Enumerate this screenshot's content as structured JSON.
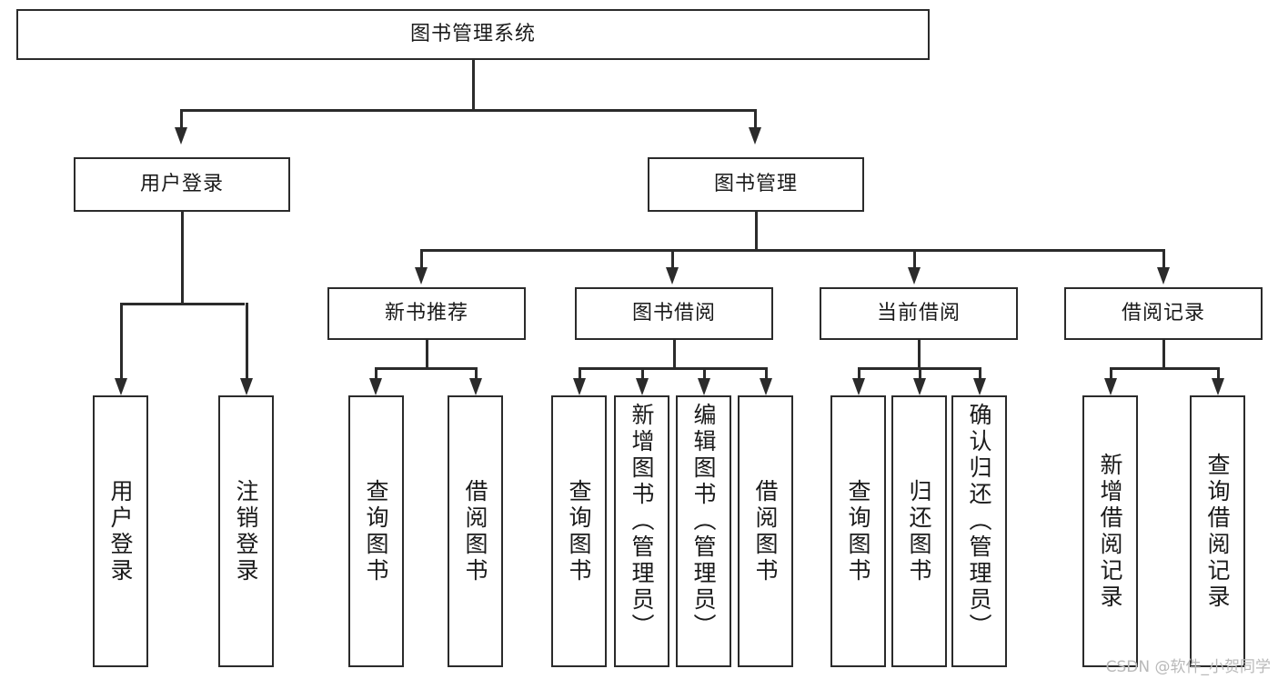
{
  "diagram": {
    "title": "图书管理系统",
    "type": "功能结构图",
    "root": {
      "label": "图书管理系统"
    },
    "level2": [
      {
        "label": "用户登录"
      },
      {
        "label": "图书管理"
      }
    ],
    "level3": [
      {
        "label": "新书推荐",
        "parent": "图书管理"
      },
      {
        "label": "图书借阅",
        "parent": "图书管理"
      },
      {
        "label": "当前借阅",
        "parent": "图书管理"
      },
      {
        "label": "借阅记录",
        "parent": "图书管理"
      }
    ],
    "leaves": {
      "user_login": [
        {
          "label": "用户登录"
        },
        {
          "label": "注销登录"
        }
      ],
      "new_book": [
        {
          "label": "查询图书"
        },
        {
          "label": "借阅图书"
        }
      ],
      "borrow": [
        {
          "label": "查询图书"
        },
        {
          "label": "新增图书（管理员）"
        },
        {
          "label": "编辑图书（管理员）"
        },
        {
          "label": "借阅图书"
        }
      ],
      "current": [
        {
          "label": "查询图书"
        },
        {
          "label": "归还图书"
        },
        {
          "label": "确认归还（管理员）"
        }
      ],
      "records": [
        {
          "label": "新增借阅记录"
        },
        {
          "label": "查询借阅记录"
        }
      ]
    }
  },
  "watermark": {
    "text": "CSDN @软件_小贺同学"
  },
  "colors": {
    "stroke": "#2b2b2b",
    "background": "#ffffff",
    "text": "#1a1a1a",
    "watermark": "#b9b9b9"
  }
}
